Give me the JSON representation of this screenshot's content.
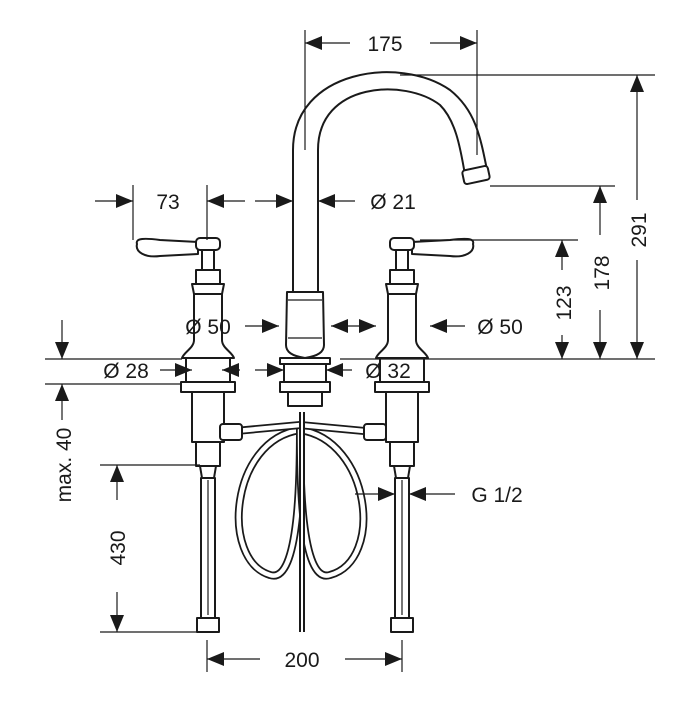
{
  "dimensions": {
    "spout_reach": "175",
    "spout_diameter": "Ø 21",
    "handle_offset": "73",
    "total_height": "291",
    "spout_outlet_height": "178",
    "handle_height": "123",
    "body_diameter_left": "Ø 50",
    "body_diameter_right": "Ø 50",
    "valve_shank_diameter": "Ø 28",
    "spout_shank_diameter": "Ø 32",
    "max_deck_thickness": "max. 40",
    "hose_length": "430",
    "connection_thread": "G 1/2",
    "valve_spacing": "200"
  },
  "colors": {
    "line": "#1a1a1a",
    "background": "#ffffff"
  }
}
